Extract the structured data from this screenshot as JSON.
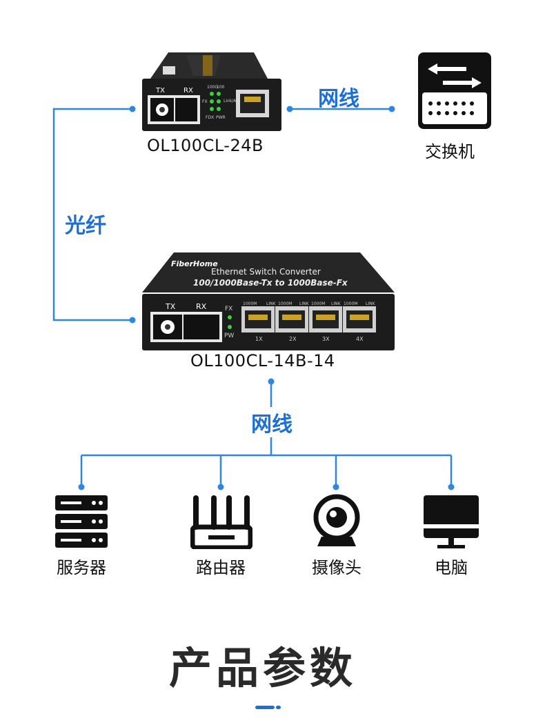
{
  "top_device": {
    "model": "OL100CL-24B",
    "port_labels": [
      "TX",
      "RX"
    ],
    "led_labels": [
      "100G",
      "100",
      "FX",
      "Link/Act",
      "FDX",
      "PWR"
    ]
  },
  "switch": {
    "label": "交换机",
    "icon": "network-switch-icon"
  },
  "link_network_top": "网线",
  "link_fiber": "光纤",
  "main_device": {
    "brand": "FiberHome",
    "title_line1": "Ethernet Switch Converter",
    "title_line2": "100/1000Base-Tx to 1000Base-Fx",
    "model": "OL100CL-14B-14",
    "port_labels": [
      "TX",
      "RX"
    ],
    "led_labels": [
      "FX",
      "PW"
    ],
    "rj45_ports": [
      "1X",
      "2X",
      "3X",
      "4X"
    ],
    "rj45_top_labels": [
      "1000M",
      "LINK"
    ]
  },
  "link_network_bottom": "网线",
  "endpoints": [
    {
      "label": "服务器",
      "icon": "server-icon"
    },
    {
      "label": "路由器",
      "icon": "router-icon"
    },
    {
      "label": "摄像头",
      "icon": "camera-icon"
    },
    {
      "label": "电脑",
      "icon": "computer-icon"
    }
  ],
  "section_title": "产品参数",
  "colors": {
    "accent": "#1b6fd6",
    "connector": "#2d86e0",
    "device_body": "#1c1c1c",
    "led": "#3bd13b"
  }
}
